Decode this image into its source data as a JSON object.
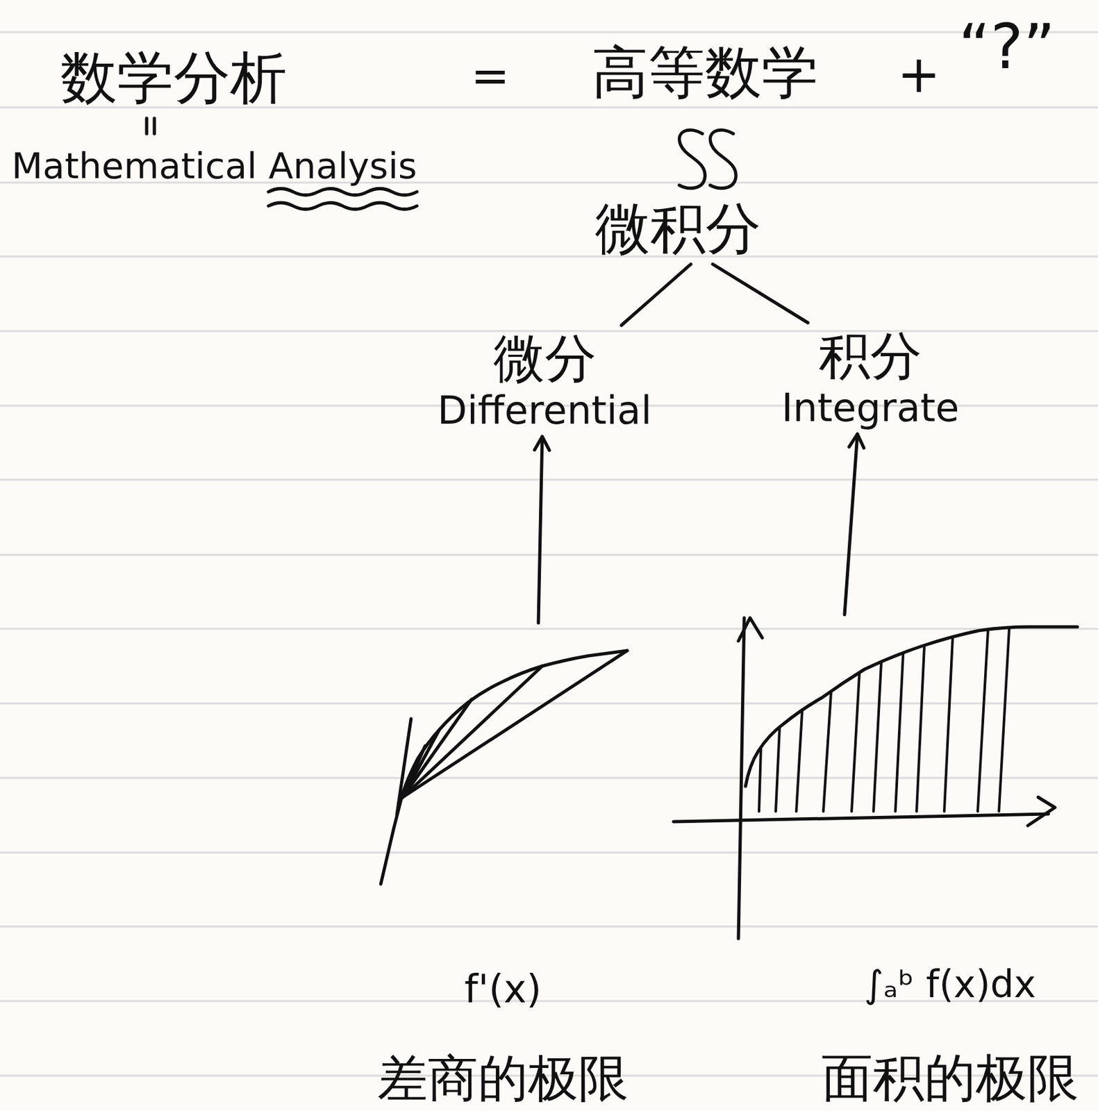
{
  "diagram": {
    "nodes": [
      {
        "text": [
          "微积分"
        ]
      },
      {
        "text": [
          "微分",
          "Differential"
        ]
      },
      {
        "text": [
          "积分",
          "Integrate"
        ]
      },
      {
        "text": [
          "f'(x)",
          "差商的极限"
        ]
      },
      {
        "text": [
          "∫ₐᵇ f(x)dx",
          "面积的极限"
        ]
      }
    ],
    "edges": [
      {
        "from": 0,
        "to": 1,
        "arrow": "none"
      },
      {
        "from": 0,
        "to": 2,
        "arrow": "none"
      },
      {
        "from": 3,
        "to": 1,
        "arrow": "to"
      },
      {
        "from": 4,
        "to": 2,
        "arrow": "to"
      }
    ],
    "labels": [
      "数学分析",
      "=",
      "高等数学",
      "+",
      "“?”",
      "Mathematical Analysis"
    ]
  }
}
